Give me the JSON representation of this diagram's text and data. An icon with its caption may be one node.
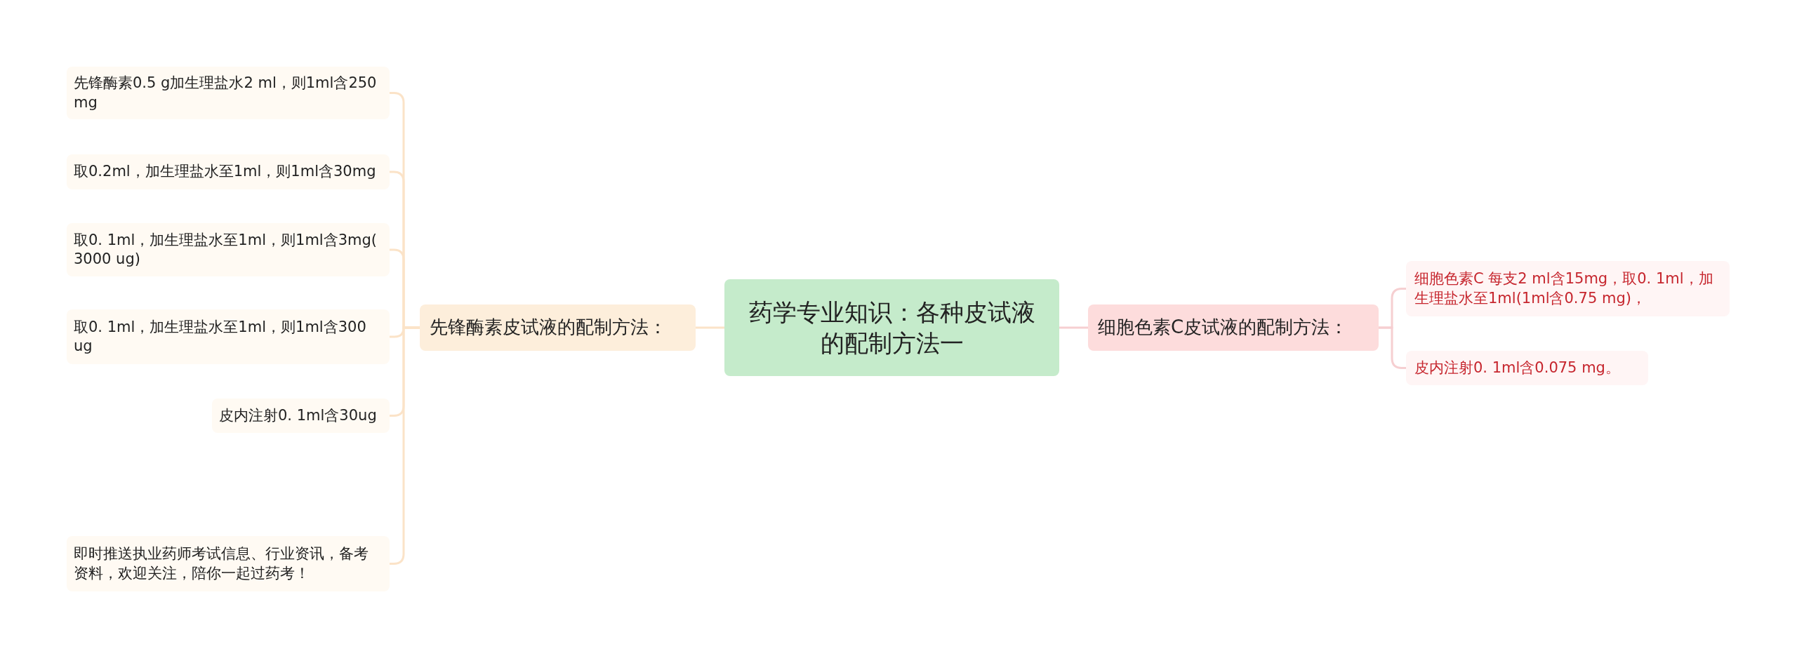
{
  "diagram": {
    "nodes": [
      {
        "text": [
          "药学专业知识：各种皮试液的配制方法一"
        ]
      },
      {
        "text": [
          "先锋酶素皮试液的配制方法："
        ]
      },
      {
        "text": [
          "先锋酶素0.5 g加生理盐水2 ml，则1ml含250 mg"
        ]
      },
      {
        "text": [
          "取0.2ml，加生理盐水至1ml，则1ml含30mg"
        ]
      },
      {
        "text": [
          "取0. 1ml，加生理盐水至1ml，则1ml含3mg( 3000 ug)"
        ]
      },
      {
        "text": [
          "取0. 1ml，加生理盐水至1ml，则1ml含300 ug"
        ]
      },
      {
        "text": [
          "皮内注射0. 1ml含30ug"
        ]
      },
      {
        "text": [
          "即时推送执业药师考试信息、行业资讯，备考资料，欢迎关注，陪你一起过药考！"
        ]
      },
      {
        "text": [
          "细胞色素C皮试液的配制方法："
        ]
      },
      {
        "text": [
          "细胞色素C 每支2 ml含15mg，取0. 1ml，加生理盐水至1ml(1ml含0.75 mg)，"
        ]
      },
      {
        "text": [
          "皮内注射0. 1ml含0.075 mg。"
        ]
      }
    ],
    "edges": [
      {
        "from": 0,
        "to": 1,
        "arrow": "none"
      },
      {
        "from": 1,
        "to": 2,
        "arrow": "none"
      },
      {
        "from": 1,
        "to": 3,
        "arrow": "none"
      },
      {
        "from": 1,
        "to": 4,
        "arrow": "none"
      },
      {
        "from": 1,
        "to": 5,
        "arrow": "none"
      },
      {
        "from": 1,
        "to": 6,
        "arrow": "none"
      },
      {
        "from": 1,
        "to": 7,
        "arrow": "none"
      },
      {
        "from": 0,
        "to": 8,
        "arrow": "none"
      },
      {
        "from": 8,
        "to": 9,
        "arrow": "none"
      },
      {
        "from": 8,
        "to": 10,
        "arrow": "none"
      }
    ]
  }
}
